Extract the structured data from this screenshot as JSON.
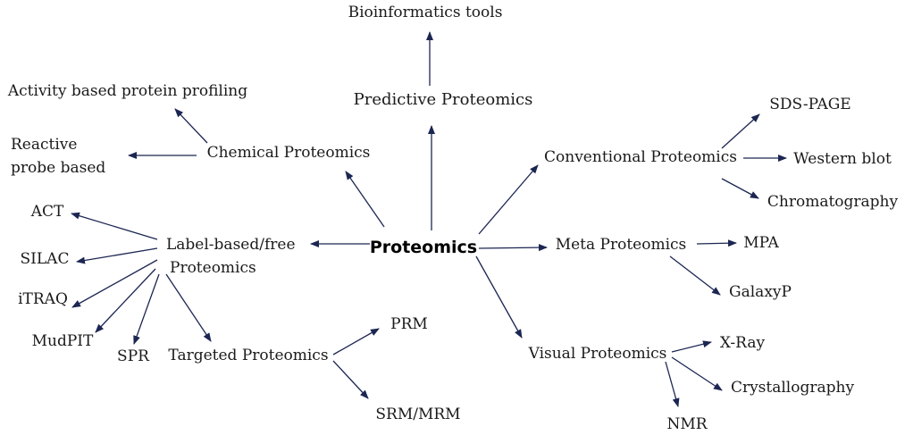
{
  "colors": {
    "arrow": "#1c2652",
    "text": "#1a1a1a",
    "background": "#ffffff"
  },
  "nodes": {
    "center": "Proteomics",
    "predictive": "Predictive Proteomics",
    "bioinformatics": "Bioinformatics tools",
    "chemical": "Chemical Proteomics",
    "abpp": "Activity based protein profiling",
    "reactive_line1": "Reactive",
    "reactive_line2": "probe based",
    "conventional": "Conventional Proteomics",
    "sds_page": "SDS-PAGE",
    "western": "Western blot",
    "chromatography": "Chromatography",
    "meta": "Meta Proteomics",
    "mpa": "MPA",
    "galaxyp": "GalaxyP",
    "visual": "Visual Proteomics",
    "xray": "X-Ray",
    "crystallography": "Crystallography",
    "nmr": "NMR",
    "label_line1": "Label-based/free",
    "label_line2": "Proteomics",
    "act": "ACT",
    "silac": "SILAC",
    "itraq": "iTRAQ",
    "mudpit": "MudPIT",
    "spr": "SPR",
    "targeted": "Targeted Proteomics",
    "prm": "PRM",
    "srm": "SRM/MRM"
  }
}
